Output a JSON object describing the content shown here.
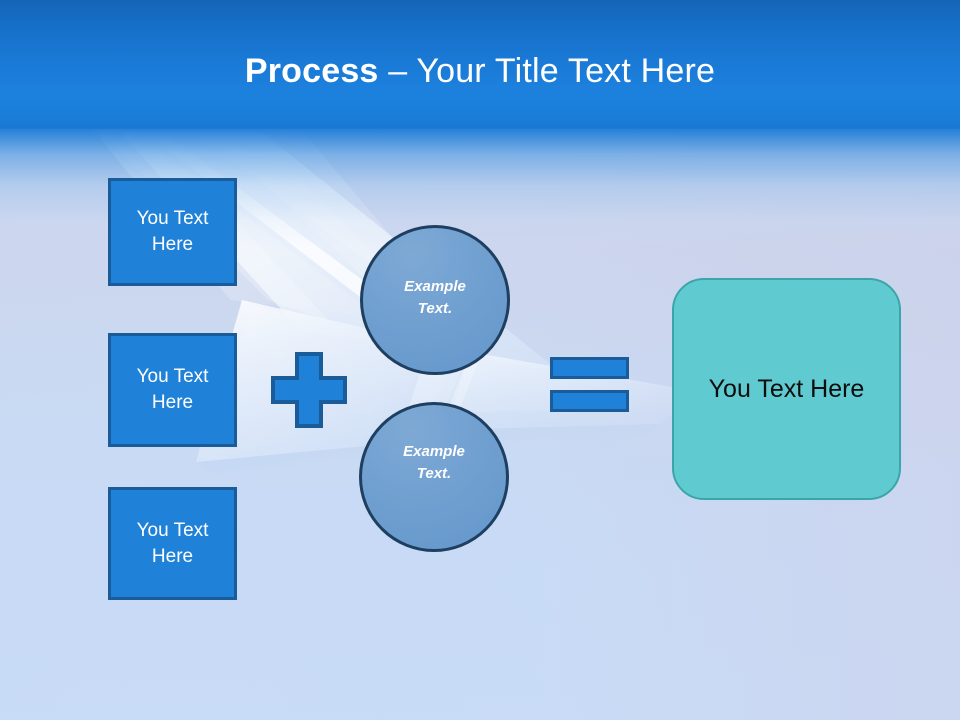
{
  "slide": {
    "title": {
      "strong": "Process",
      "rest": " – Your Title Text Here"
    },
    "background": {
      "band_color": "#1a7ad6",
      "body_color": "#c9dcf6",
      "accent_shape": "paper-plane"
    }
  },
  "inputs": [
    {
      "label": "You Text Here"
    },
    {
      "label": "You Text Here"
    },
    {
      "label": "You Text Here"
    }
  ],
  "operators": {
    "plus": "+",
    "equals": "="
  },
  "circles": [
    {
      "line1": "Example",
      "line2": "Text."
    },
    {
      "line1": "Example",
      "line2": "Text."
    }
  ],
  "result": {
    "label": "You Text Here"
  },
  "colors": {
    "box_fill": "#1f82d8",
    "box_border": "#1a5c99",
    "circle_fill": "#6f9fd0",
    "circle_border": "#1f3f60",
    "result_fill": "#5fcbd0",
    "result_border": "#3aa6a9",
    "title_text": "#ffffff",
    "result_text": "#0d0d0d"
  }
}
